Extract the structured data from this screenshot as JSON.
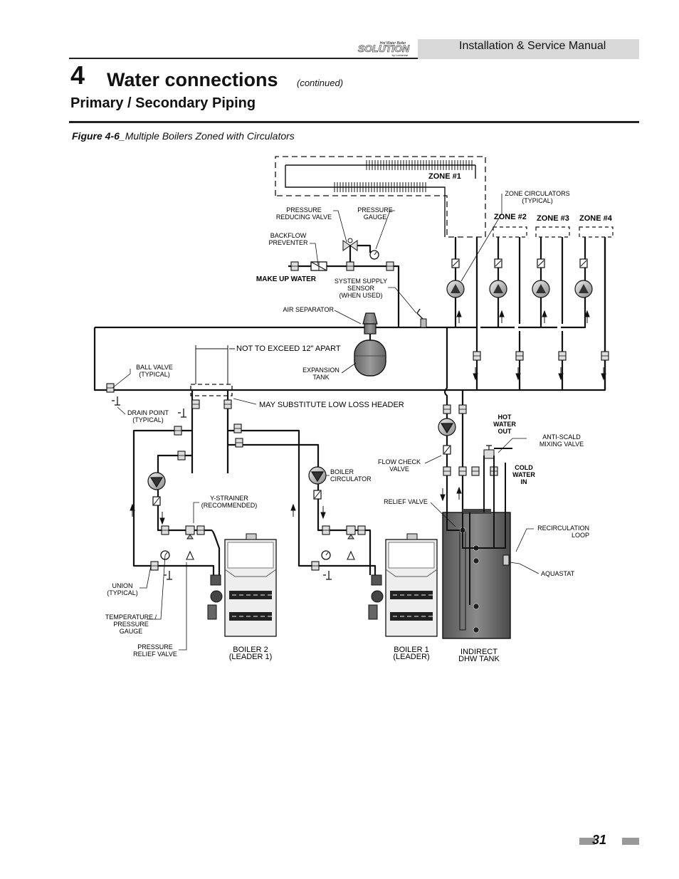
{
  "header": {
    "logo_text": "SOLUTION",
    "logo_tagline": "Hot Water Boiler",
    "logo_brand": "by Lochinvar",
    "manual_title": "Installation & Service Manual"
  },
  "chapter": {
    "number": "4",
    "title": "Water connections",
    "continued": "(continued)"
  },
  "section_title": "Primary / Secondary Piping",
  "figure": {
    "number": "Figure 4-6",
    "caption": "_Multiple Boilers Zoned with Circulators"
  },
  "diagram_labels": {
    "zone1": "ZONE #1",
    "zone2": "ZONE #2",
    "zone3": "ZONE #3",
    "zone4": "ZONE #4",
    "zone_circulators": [
      "ZONE CIRCULATORS",
      "(TYPICAL)"
    ],
    "pressure_reducing_valve": [
      "PRESSURE",
      "REDUCING VALVE"
    ],
    "pressure_gauge": [
      "PRESSURE",
      "GAUGE"
    ],
    "backflow_preventer": [
      "BACKFLOW",
      "PREVENTER"
    ],
    "make_up_water": "MAKE UP WATER",
    "system_supply_sensor": [
      "SYSTEM SUPPLY",
      "SENSOR",
      "(WHEN USED)"
    ],
    "air_separator": "AIR SEPARATOR",
    "not_exceed": "NOT TO EXCEED 12\" APART",
    "expansion_tank": [
      "EXPANSION",
      "TANK"
    ],
    "ball_valve": [
      "BALL VALVE",
      "(TYPICAL)"
    ],
    "drain_point": [
      "DRAIN POINT",
      "(TYPICAL)"
    ],
    "low_loss_header": "MAY SUBSTITUTE LOW LOSS HEADER",
    "hot_water_out": [
      "HOT",
      "WATER",
      "OUT"
    ],
    "anti_scald": [
      "ANTI-SCALD",
      "MIXING VALVE"
    ],
    "flow_check_valve": [
      "FLOW CHECK",
      "VALVE"
    ],
    "cold_water_in": [
      "COLD",
      "WATER",
      "IN"
    ],
    "boiler_circulator": [
      "BOILER",
      "CIRCULATOR"
    ],
    "y_strainer": [
      "Y-STRAINER",
      "(RECOMMENDED)"
    ],
    "relief_valve": "RELIEF VALVE",
    "recirculation_loop": [
      "RECIRCULATION",
      "LOOP"
    ],
    "aquastat": "AQUASTAT",
    "union": [
      "UNION",
      "(TYPICAL)"
    ],
    "temp_pressure_gauge": [
      "TEMPERATURE /",
      "PRESSURE",
      "GAUGE"
    ],
    "pressure_relief_valve": [
      "PRESSURE",
      "RELIEF VALVE"
    ],
    "boiler2": [
      "BOILER 2",
      "(LEADER 1)"
    ],
    "boiler1": [
      "BOILER 1",
      "(LEADER)"
    ],
    "dhw_tank": [
      "INDIRECT",
      "DHW TANK"
    ]
  },
  "page_number": "31"
}
